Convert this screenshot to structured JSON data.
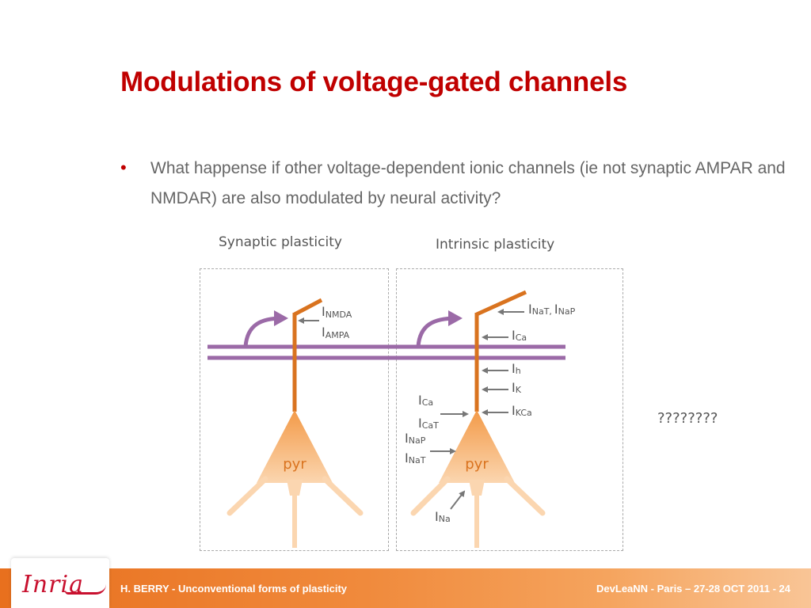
{
  "slide": {
    "title": "Modulations of voltage-gated channels",
    "bullet": "What happense if other voltage-dependent ionic channels (ie not synaptic AMPAR and NMDAR) are also modulated by neural activity?"
  },
  "diagram": {
    "label_synaptic": "Synaptic plasticity",
    "label_intrinsic": "Intrinsic plasticity",
    "unknown": "????????",
    "neuron_label": "pyr",
    "synaptic_currents": [
      {
        "base": "I",
        "sub": "NMDA"
      },
      {
        "base": "I",
        "sub": "AMPA"
      }
    ],
    "intrinsic_currents": {
      "nat_nap": {
        "base1": "I",
        "sub1": "NaT,",
        "base2": "I",
        "sub2": "NaP"
      },
      "ca_dend": {
        "base": "I",
        "sub": "Ca"
      },
      "h": {
        "base": "I",
        "sub": "h"
      },
      "k": {
        "base": "I",
        "sub": "K"
      },
      "kca": {
        "base": "I",
        "sub": "KCa"
      },
      "ca_soma": {
        "base": "I",
        "sub": "Ca"
      },
      "cat": {
        "base": "I",
        "sub": "CaT"
      },
      "nap": {
        "base": "I",
        "sub": "NaP"
      },
      "nat": {
        "base": "I",
        "sub": "NaT"
      },
      "na": {
        "base": "I",
        "sub": "Na"
      }
    },
    "colors": {
      "axon_purple": "#9b6aa7",
      "dendrite_orange": "#d9731f",
      "soma_top": "#f39a48",
      "soma_bottom": "#fbd6b0",
      "arrow_gray": "#777777"
    }
  },
  "footer": {
    "logo": "Inria",
    "left": "H. BERRY - Unconventional forms of plasticity",
    "right": "DevLeaNN - Paris – 27-28 OCT 2011 - 24"
  }
}
